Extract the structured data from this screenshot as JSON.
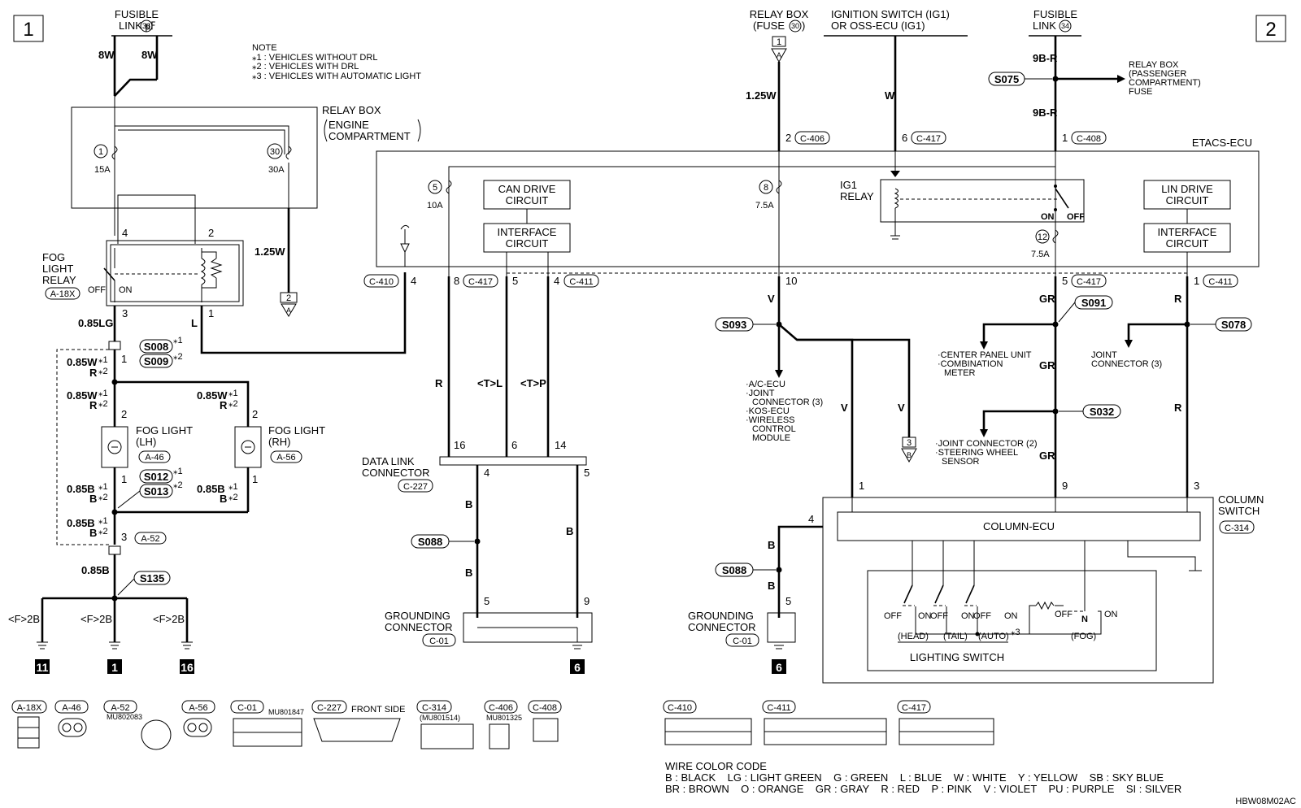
{
  "sheet_markers": {
    "left": "1",
    "right": "2"
  },
  "note": {
    "title": "NOTE",
    "star1": "⁎1 : VEHICLES WITHOUT DRL",
    "star2": "⁎2 : VEHICLES WITH DRL",
    "star3": "⁎3 : VEHICLES WITH AUTOMATIC LIGHT"
  },
  "sources": {
    "fusible_link_36_l1": "FUSIBLE",
    "fusible_link_36_l2": "LINK ㎌",
    "fusible_link_36_num": "36",
    "relay_box_fuse30_l1": "RELAY BOX",
    "relay_box_fuse30_l2": "(FUSE",
    "relay_box_fuse30_num": "30",
    "ign_l1": "IGNITION SWITCH (IG1)",
    "ign_l2": "OR OSS-ECU (IG1)",
    "fusible_link_34_l1": "FUSIBLE",
    "fusible_link_34_l2": "LINK",
    "fusible_link_34_num": "34"
  },
  "relay_box": {
    "title": "RELAY BOX",
    "sub1": "ENGINE",
    "sub2": "COMPARTMENT",
    "fuse1_num": "1",
    "fuse1_amp": "15A",
    "fuse30_num": "30",
    "fuse30_amp": "30A"
  },
  "fog_relay": {
    "l1": "FOG",
    "l2": "LIGHT",
    "l3": "RELAY",
    "conn": "A-18X",
    "off": "OFF",
    "on": "ON",
    "pin4": "4",
    "pin2": "2",
    "pin3": "3",
    "pin1": "1"
  },
  "wires_left": {
    "w8w_a": "8W",
    "w8w_b": "8W",
    "w125w": "1.25W",
    "w085lg": "0.85LG",
    "wL": "L",
    "w085w_r_a": "0.85W",
    "r_a": "R",
    "w085w_r_b": "0.85W",
    "r_b": "R",
    "w085w_r_c": "0.85W",
    "r_c": "R",
    "w085b_a": "0.85B",
    "b_a": "B",
    "w085b_b": "0.85B",
    "b_b": "B",
    "w085b_c": "0.85B",
    "b_c": "B",
    "w085b_d": "0.85B",
    "star1": "⁎1",
    "star2": "⁎2"
  },
  "splices_left": {
    "s008": "S008",
    "s009": "S009",
    "s012": "S012",
    "s013": "S013",
    "s135": "S135"
  },
  "fog_lights": {
    "lh_l1": "FOG LIGHT",
    "lh_l2": "(LH)",
    "lh_conn": "A-46",
    "rh_l1": "FOG LIGHT",
    "rh_l2": "(RH)",
    "rh_conn": "A-56",
    "pin1": "1",
    "pin2": "2",
    "a52": "A-52",
    "pin3": "3"
  },
  "grounds_left": {
    "f2b": "<F>2B",
    "g11": "11",
    "g1": "1",
    "g16": "16"
  },
  "offpage": {
    "to2": "2",
    "to2_letter": "A",
    "from1": "1",
    "from1_letter": "A",
    "to3": "3",
    "to3_letter": "B"
  },
  "etacs": {
    "title": "ETACS-ECU",
    "can1": "CAN DRIVE",
    "can2": "CIRCUIT",
    "if1": "INTERFACE",
    "if2": "CIRCUIT",
    "lin1": "LIN DRIVE",
    "lin2": "CIRCUIT",
    "if3": "INTERFACE",
    "if4": "CIRCUIT",
    "ig1_l1": "IG1",
    "ig1_l2": "RELAY",
    "on": "ON",
    "off": "OFF",
    "fuse5": "5",
    "fuse5_amp": "10A",
    "fuse8": "8",
    "fuse8_amp": "7.5A",
    "fuse12": "12",
    "fuse12_amp": "7.5A"
  },
  "etacs_pins": {
    "c410": "C-410",
    "c410_pin": "4",
    "c417a_pin": "8",
    "c417a": "C-417",
    "p5": "5",
    "p4": "4",
    "c411a": "C-411",
    "p10": "10",
    "p5b": "5",
    "c417b": "C-417",
    "p1": "1",
    "c411b": "C-411",
    "top_p2": "2",
    "top_c406": "C-406",
    "top_p6": "6",
    "top_c417": "C-417",
    "top_p1": "1",
    "top_c408": "C-408"
  },
  "wires_mid": {
    "w125w": "1.25W",
    "wW": "W",
    "w9br_a": "9B-R",
    "w9br_b": "9B-R",
    "wR": "R",
    "wTL": "<T>L",
    "wTP": "<T>P",
    "wB_a": "B",
    "wB_b": "B",
    "wB_c": "B",
    "wV_a": "V",
    "wV_b": "V",
    "wV_c": "V",
    "wGR_a": "GR",
    "wGR_b": "GR",
    "wGR_c": "GR",
    "wR_a": "R",
    "wR_b": "R",
    "wB_d": "B",
    "wB_e": "B"
  },
  "splices_right": {
    "s075": "S075",
    "s088a": "S088",
    "s093": "S093",
    "s091": "S091",
    "s078": "S078",
    "s032": "S032",
    "s088b": "S088"
  },
  "relay_box_pc": {
    "l1": "RELAY BOX",
    "l2": "(PASSENGER",
    "l3": "COMPARTMENT)",
    "l4": "FUSE"
  },
  "branches": {
    "s093_1": "·A/C-ECU",
    "s093_2": "·JOINT",
    "s093_3": "CONNECTOR (3)",
    "s093_4": "·KOS-ECU",
    "s093_5": "·WIRELESS",
    "s093_6": "CONTROL",
    "s093_7": "MODULE",
    "s091_1": "·CENTER PANEL UNIT",
    "s091_2": "·COMBINATION",
    "s091_3": "METER",
    "s078_1": "JOINT",
    "s078_2": "CONNECTOR (3)",
    "s032_1": "·JOINT CONNECTOR (2)",
    "s032_2": "·STEERING WHEEL",
    "s032_3": "SENSOR"
  },
  "dlc": {
    "l1": "DATA LINK",
    "l2": "CONNECTOR",
    "conn": "C-227",
    "p16": "16",
    "p6": "6",
    "p14": "14",
    "p4": "4",
    "p5": "5"
  },
  "gnd_conn_left": {
    "l1": "GROUNDING",
    "l2": "CONNECTOR",
    "conn": "C-01",
    "p5": "5",
    "p9": "9",
    "g6": "6"
  },
  "gnd_conn_right": {
    "l1": "GROUNDING",
    "l2": "CONNECTOR",
    "conn": "C-01",
    "p5": "5",
    "g6": "6"
  },
  "column_switch": {
    "l1": "COLUMN",
    "l2": "SWITCH",
    "conn": "C-314",
    "ecu": "COLUMN-ECU",
    "p1": "1",
    "p9": "9",
    "p3": "3",
    "p4": "4",
    "lighting": "LIGHTING SWITCH",
    "off": "OFF",
    "on": "ON",
    "n": "N",
    "head": "(HEAD)",
    "tail": "(TAIL)",
    "auto": "(AUTO)",
    "fog": "(FOG)",
    "star3": "⁎3"
  },
  "connector_legend": {
    "a18x": "A-18X",
    "a46": "A-46",
    "a52": "A-52",
    "a52_part": "MU802083",
    "a56": "A-56",
    "c01": "C-01",
    "c01_part": "MU801847",
    "c227": "C-227",
    "c227_side": "FRONT SIDE",
    "c314": "C-314",
    "c314_part": "(MU801514)",
    "c406": "C-406",
    "c406_part": "MU801325",
    "c408": "C-408",
    "c410": "C-410",
    "c411": "C-411",
    "c417": "C-417"
  },
  "wire_color_code": {
    "title": "WIRE COLOR CODE",
    "line1": "B : BLACK    LG : LIGHT GREEN    G : GREEN    L : BLUE    W : WHITE    Y : YELLOW    SB : SKY BLUE",
    "line2": "BR : BROWN    O : ORANGE    GR : GRAY    R : RED    P : PINK    V : VIOLET    PU : PURPLE    SI : SILVER"
  },
  "footer_code": "HBW08M02AC"
}
